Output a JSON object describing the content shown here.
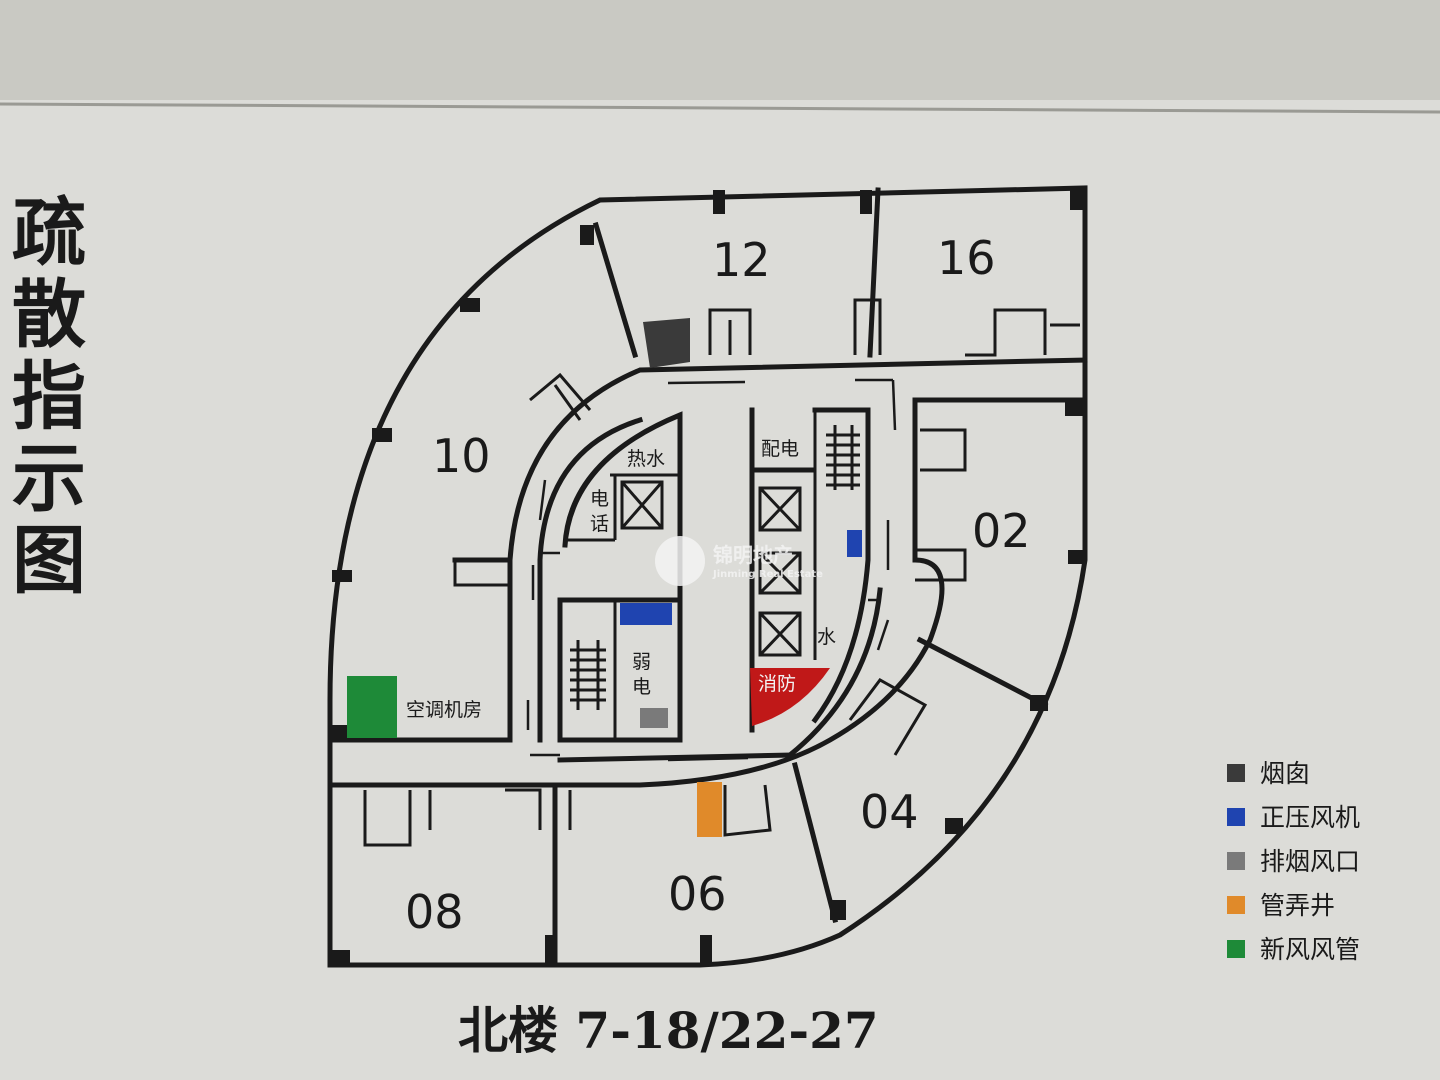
{
  "side_title": [
    "疏",
    "散",
    "指",
    "示",
    "图"
  ],
  "bottom_title": "北楼 7-18/22-27",
  "rooms": {
    "r12": "12",
    "r16": "16",
    "r10": "10",
    "r02": "02",
    "r04": "04",
    "r06": "06",
    "r08": "08"
  },
  "labels": {
    "hot_water": "热水",
    "phone_1": "电",
    "phone_2": "话",
    "power": "配电",
    "weak_1": "弱",
    "weak_2": "电",
    "water": "水",
    "fire": "消防",
    "ac_room": "空调机房"
  },
  "watermark": {
    "cn": "锦明地产",
    "en": "Jinming Real Estate"
  },
  "legend": [
    {
      "label": "烟囱",
      "color": "#3a3a3a"
    },
    {
      "label": "正压风机",
      "color": "#1f44b0"
    },
    {
      "label": "排烟风口",
      "color": "#7a7a7a"
    },
    {
      "label": "管弄井",
      "color": "#e08a2a"
    },
    {
      "label": "新风风管",
      "color": "#1e8a38"
    }
  ],
  "colors": {
    "fire": "#c01818",
    "paper": "#dcdcd8"
  }
}
